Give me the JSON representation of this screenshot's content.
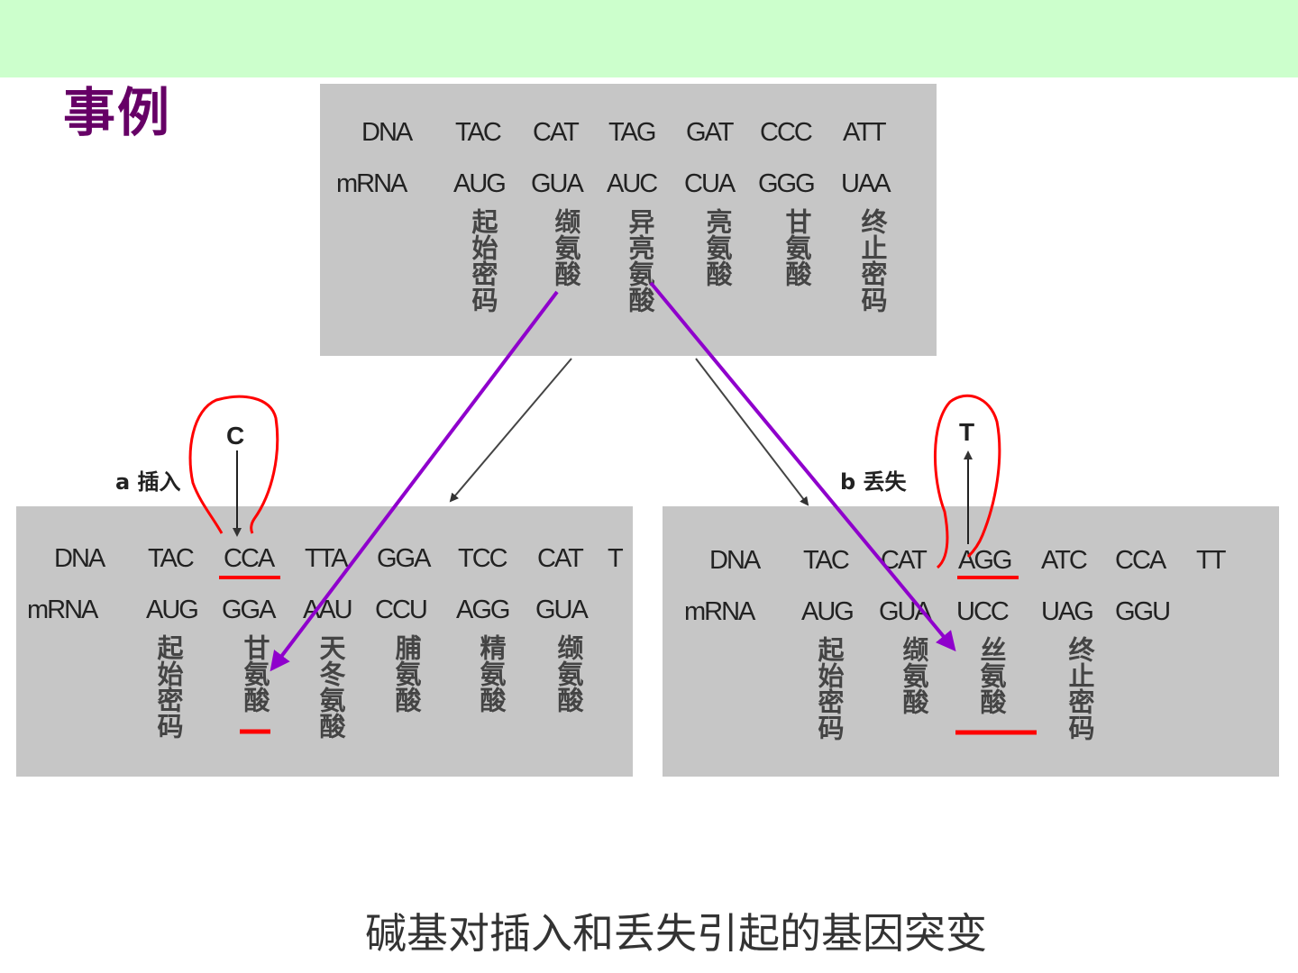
{
  "title": "事例",
  "caption": "碱基对插入和丢失引起的基因突变",
  "colors": {
    "header_bg": "#ccffcc",
    "title": "#660066",
    "panel": "#c6c6c6",
    "arrow": "#8f00cc",
    "highlight": "#ff0000"
  },
  "original": {
    "dna_label": "DNA",
    "mrna_label": "mRNA",
    "dna": [
      "TAC",
      "CAT",
      "TAG",
      "GAT",
      "CCC",
      "ATT"
    ],
    "mrna": [
      "AUG",
      "GUA",
      "AUC",
      "CUA",
      "GGG",
      "UAA"
    ],
    "amino": [
      "起始密码",
      "缬氨酸",
      "异亮氨酸",
      "亮氨酸",
      "甘氨酸",
      "终止密码"
    ]
  },
  "insertion": {
    "label": "a 插入",
    "base": "C",
    "dna_label": "DNA",
    "mrna_label": "mRNA",
    "dna": [
      "TAC",
      "CCA",
      "TTA",
      "GGA",
      "TCC",
      "CAT",
      "T"
    ],
    "mrna": [
      "AUG",
      "GGA",
      "AAU",
      "CCU",
      "AGG",
      "GUA"
    ],
    "amino": [
      "起始密码",
      "甘氨酸",
      "天冬氨酸",
      "脯氨酸",
      "精氨酸",
      "缬氨酸"
    ]
  },
  "deletion": {
    "label": "b 丢失",
    "base": "T",
    "dna_label": "DNA",
    "mrna_label": "mRNA",
    "dna": [
      "TAC",
      "CAT",
      "AGG",
      "ATC",
      "CCA",
      "TT"
    ],
    "mrna": [
      "AUG",
      "GUA",
      "UCC",
      "UAG",
      "GGU"
    ],
    "amino": [
      "起始密码",
      "缬氨酸",
      "丝氨酸",
      "终止密码"
    ]
  }
}
